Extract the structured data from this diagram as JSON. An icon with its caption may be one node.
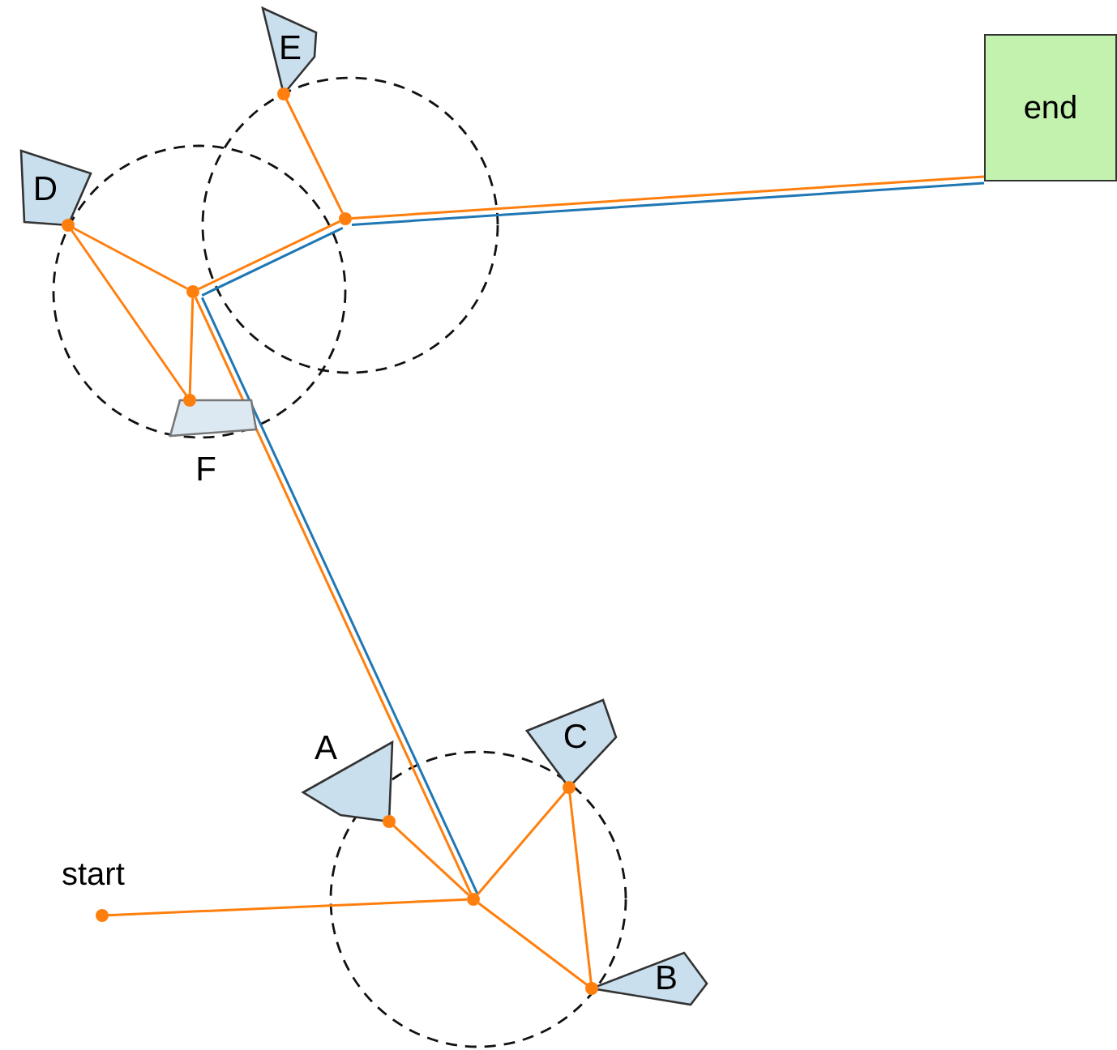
{
  "diagram": {
    "nodes": [
      {
        "text": [
          "D"
        ]
      },
      {
        "text": [
          "E"
        ]
      },
      {
        "text": [
          "end"
        ]
      },
      {
        "text": [
          "F"
        ]
      },
      {
        "text": [
          "A"
        ]
      },
      {
        "text": [
          "C"
        ]
      },
      {
        "text": [
          "start"
        ]
      },
      {
        "text": [
          "B"
        ]
      },
      {
        "text": [],
        "shape": "circle"
      },
      {
        "text": [],
        "shape": "circle"
      },
      {
        "text": [],
        "shape": "circle"
      }
    ],
    "edges": [
      {
        "from": 6,
        "to": 10,
        "arrow": "none"
      },
      {
        "from": 10,
        "to": 4,
        "arrow": "none"
      },
      {
        "from": 10,
        "to": 5,
        "arrow": "none"
      },
      {
        "from": 10,
        "to": 7,
        "arrow": "none"
      },
      {
        "from": 5,
        "to": 7,
        "arrow": "none"
      },
      {
        "from": 10,
        "to": 8,
        "arrow": "none"
      },
      {
        "from": 10,
        "to": 8,
        "arrow": "none",
        "color": "#1f77b4"
      },
      {
        "from": 8,
        "to": 0,
        "arrow": "none"
      },
      {
        "from": 8,
        "to": 3,
        "arrow": "none"
      },
      {
        "from": 0,
        "to": 3,
        "arrow": "none"
      },
      {
        "from": 8,
        "to": 9,
        "arrow": "none"
      },
      {
        "from": 8,
        "to": 9,
        "arrow": "none",
        "color": "#1f77b4"
      },
      {
        "from": 9,
        "to": 1,
        "arrow": "none"
      },
      {
        "from": 9,
        "to": 2,
        "arrow": "none"
      },
      {
        "from": 9,
        "to": 2,
        "arrow": "none",
        "color": "#1f77b4"
      }
    ]
  }
}
